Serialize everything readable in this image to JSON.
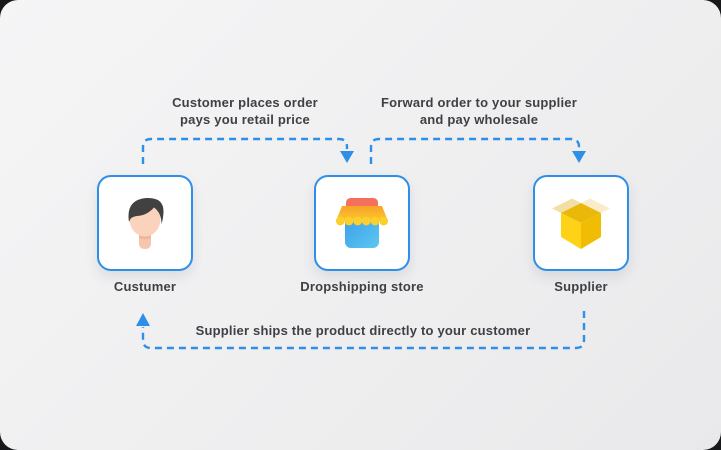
{
  "nodes": [
    {
      "label": "Custumer",
      "icon": "person-avatar-icon"
    },
    {
      "label": "Dropshipping store",
      "icon": "storefront-icon"
    },
    {
      "label": "Supplier",
      "icon": "open-box-icon"
    }
  ],
  "flows": [
    {
      "from": "customer",
      "to": "store",
      "line1": "Customer places order",
      "line2": "pays you retail price"
    },
    {
      "from": "store",
      "to": "supplier",
      "line1": "Forward order to your supplier",
      "line2": "and pay wholesale"
    },
    {
      "from": "supplier",
      "to": "customer",
      "line1": "Supplier ships the product directly to your customer"
    }
  ],
  "colors": {
    "accent_blue": "#2e8fe8",
    "text": "#3f4045",
    "card_bg": "#f0f0f1",
    "node_bg": "#ffffff",
    "store_red": "#f4705d",
    "store_awning_orange": "#f6a42a",
    "store_awning_yellow": "#fcd02c",
    "store_body_blue": "#45aeec",
    "box_yellow": "#fdd217",
    "box_gold": "#f1bd04",
    "box_flap_cream": "#f3dfa6",
    "avatar_skin": "#fbd3bd",
    "avatar_hair": "#414141"
  }
}
